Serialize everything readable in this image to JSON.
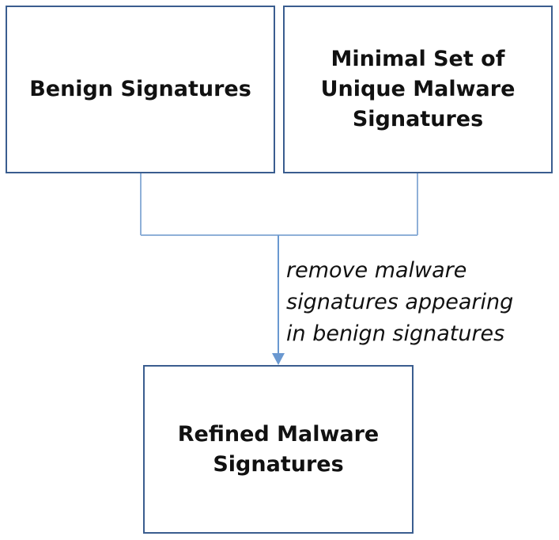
{
  "nodes": {
    "benign": {
      "label": "Benign Signatures"
    },
    "minimal_set": {
      "label": "Minimal Set of\nUnique Malware\nSignatures"
    },
    "refined": {
      "label": "Refined Malware\nSignatures"
    }
  },
  "edge": {
    "label": "remove malware\nsignatures appearing\nin benign signatures"
  },
  "colors": {
    "box_border": "#3a5d8f",
    "connector": "#8fb0d8",
    "arrow": "#6a98d0"
  }
}
